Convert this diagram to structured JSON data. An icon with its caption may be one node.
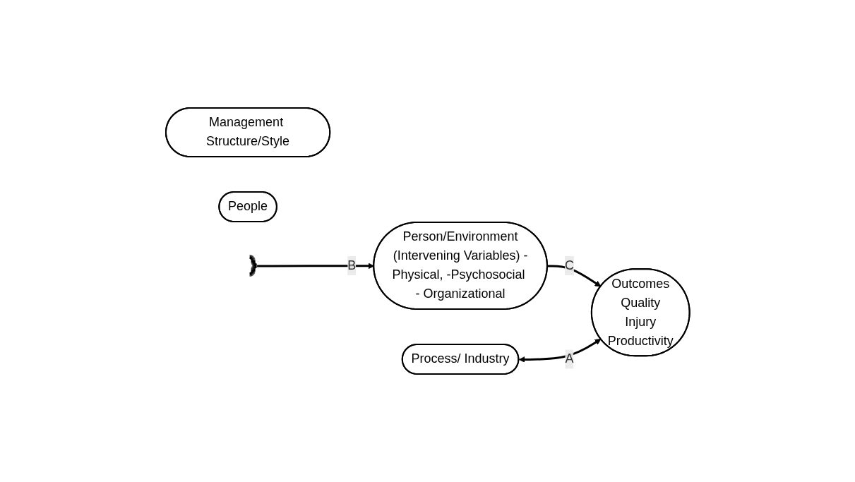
{
  "diagram": {
    "nodes": [
      {
        "text": [
          "Management Structure/Style"
        ]
      },
      {
        "text": [
          "People"
        ]
      },
      {
        "text": [
          "Process/ Industry"
        ]
      },
      {
        "text": [],
        "shape": "brace"
      },
      {
        "text": [
          "Person/Environment",
          "(Intervening Variables) -Physical, -Psychosocial - Organizational"
        ]
      },
      {
        "text": [
          "Outcomes",
          "Quality",
          "Injury",
          "Productivity"
        ]
      }
    ],
    "edges": [
      {
        "from": 3,
        "to": 4,
        "arrow": "to",
        "label": "B"
      },
      {
        "from": 4,
        "to": 5,
        "arrow": "to",
        "label": "C"
      },
      {
        "from": 2,
        "to": 5,
        "arrow": "both",
        "label": "A"
      }
    ]
  }
}
